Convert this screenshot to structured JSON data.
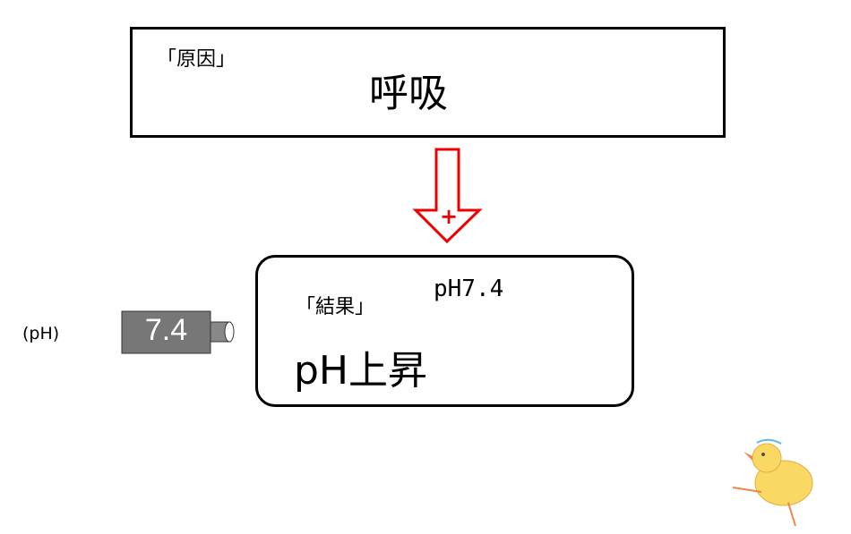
{
  "cause": {
    "label": "「原因」",
    "text": "呼吸"
  },
  "arrow": {
    "sign": "+",
    "color": "#ee0000"
  },
  "result": {
    "label": "「結果」",
    "ph_value": "pH7.4",
    "text": "pH上昇"
  },
  "meter": {
    "axis_label": "(pH)",
    "reading": "7.4"
  }
}
